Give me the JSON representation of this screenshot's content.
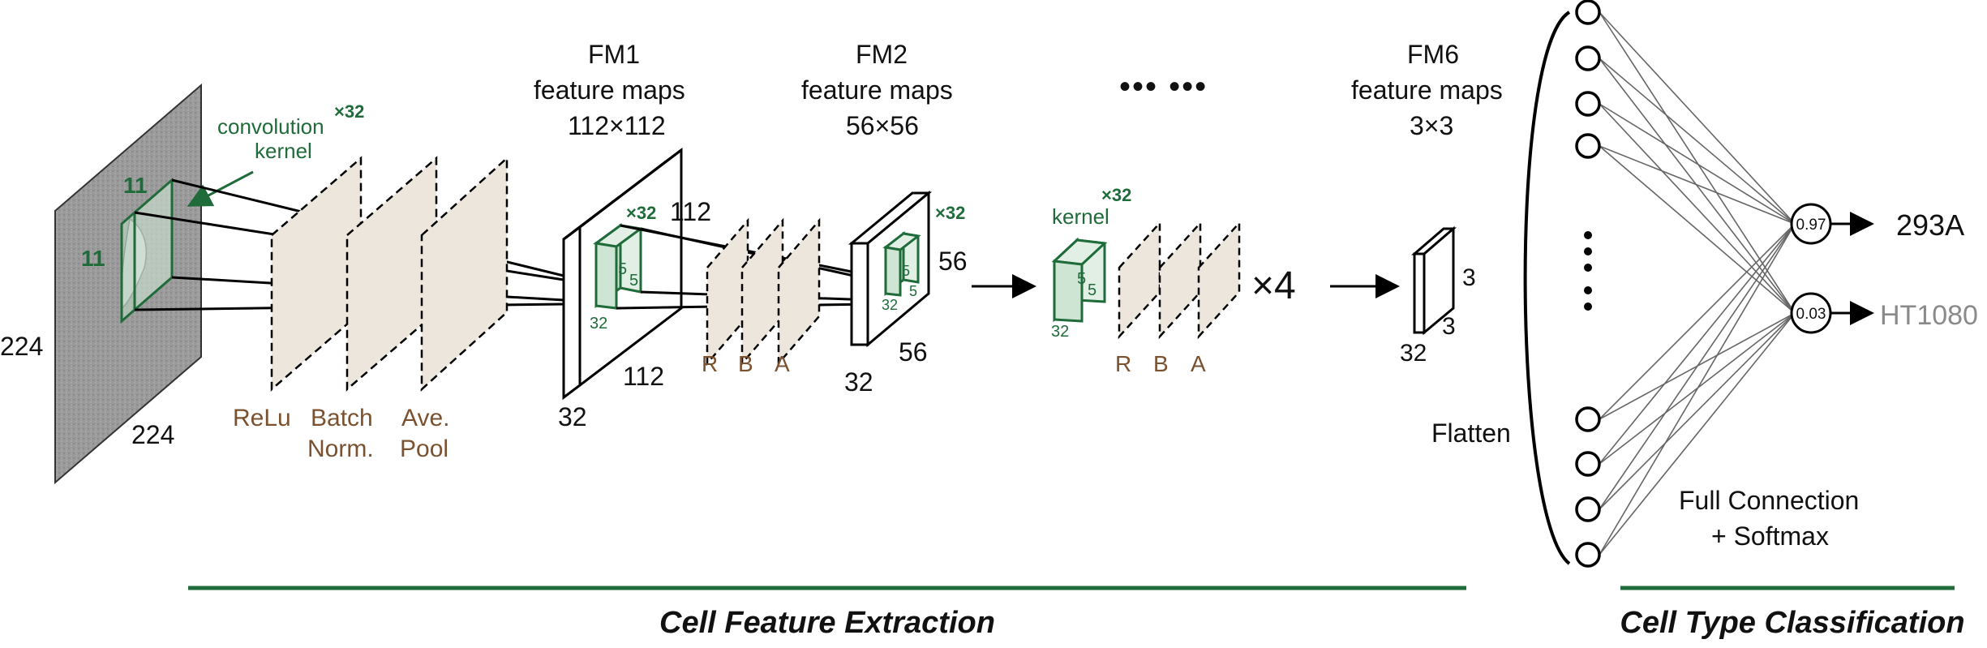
{
  "colors": {
    "green": "#1f6b3a",
    "brown": "#7a5230",
    "layer_fill": "#ede6dc",
    "kernel_fill": "#cfe5d4",
    "grey_text": "#8a8a8a"
  },
  "input": {
    "height_label": "224",
    "width_label": "224",
    "kernel_h": "11",
    "kernel_w": "11"
  },
  "conv_annotation": {
    "line1": "convolution",
    "line2": "kernel",
    "count": "×32"
  },
  "layers1": {
    "relu": "ReLu",
    "batch_1": "Batch",
    "batch_2": "Norm.",
    "pool_1": "Ave.",
    "pool_2": "Pool"
  },
  "fm1": {
    "title": "FM1",
    "subtitle": "feature maps",
    "size": "112×112",
    "side_h": "112",
    "side_w": "112",
    "depth": "32",
    "kernel_count": "×32",
    "kernel_a": "5",
    "kernel_b": "5",
    "kernel_depth": "32"
  },
  "rba1": {
    "r": "R",
    "b": "B",
    "a": "A"
  },
  "fm2": {
    "title": "FM2",
    "subtitle": "feature maps",
    "size": "56×56",
    "side_h": "56",
    "side_w": "56",
    "depth": "32",
    "kernel_count": "×32",
    "kernel_a": "5",
    "kernel_b": "5",
    "kernel_depth": "32"
  },
  "repeat_block": {
    "dots": "••• •••",
    "kernel_count": "×32",
    "kernel_label": "kernel",
    "kernel_a": "5",
    "kernel_b": "5",
    "kernel_depth": "32",
    "r": "R",
    "b": "B",
    "a": "A",
    "times": "×4"
  },
  "fm6": {
    "title": "FM6",
    "subtitle": "feature maps",
    "size": "3×3",
    "side_h": "3",
    "side_w": "3",
    "depth": "32"
  },
  "classifier": {
    "flatten": "Flatten",
    "fc_1": "Full Connection",
    "fc_2": "+ Softmax",
    "out1_prob": "0.97",
    "out1_label": "293A",
    "out2_prob": "0.03",
    "out2_label": "HT1080"
  },
  "sections": {
    "extraction": "Cell Feature Extraction",
    "classification": "Cell Type Classification"
  }
}
